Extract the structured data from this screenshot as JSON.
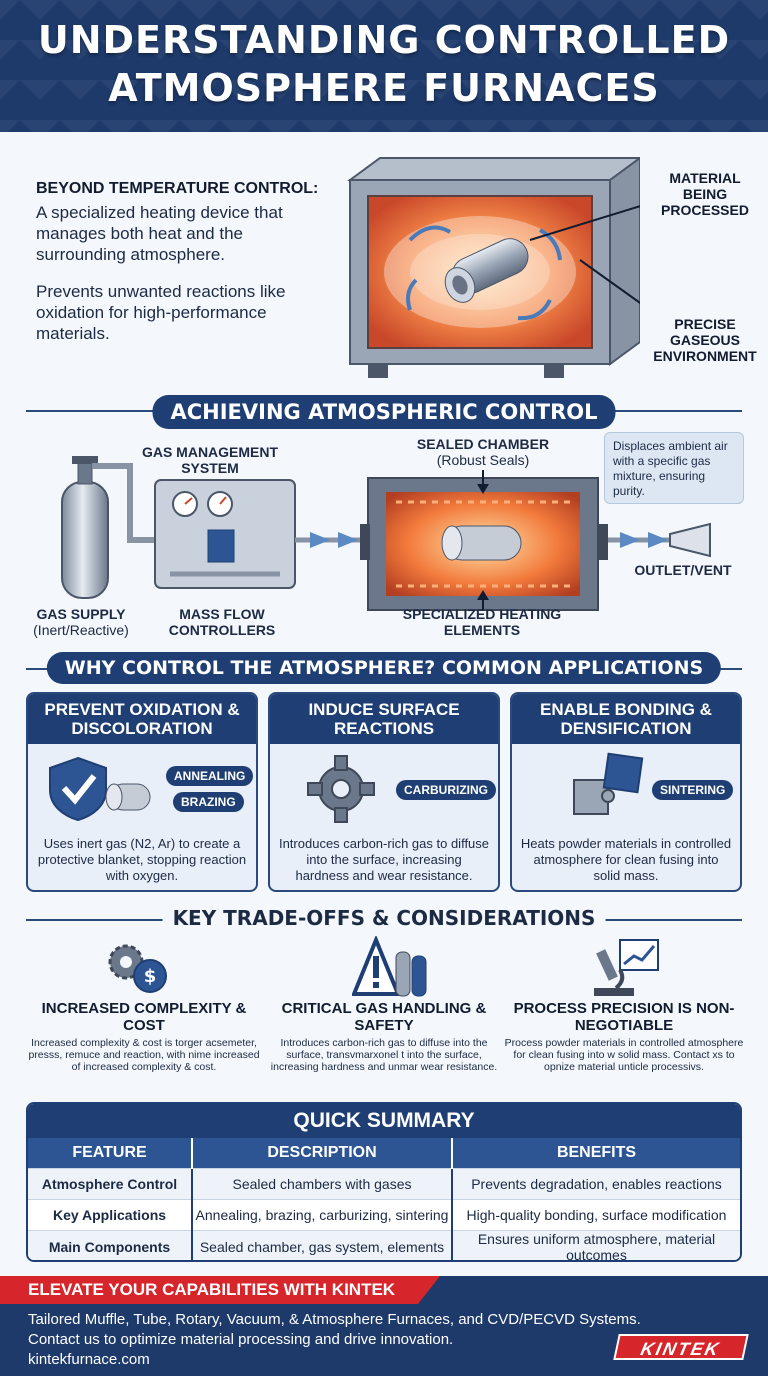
{
  "header": {
    "title_line1": "UNDERSTANDING CONTROLLED",
    "title_line2": "ATMOSPHERE FURNACES"
  },
  "intro": {
    "heading": "BEYOND TEMPERATURE CONTROL:",
    "body1": "A specialized heating device that manages both heat and the surrounding atmosphere.",
    "body2": "Prevents unwanted reactions like oxidation for high-performance materials.",
    "callout_material": "MATERIAL BEING PROCESSED",
    "callout_environment": "PRECISE GASEOUS ENVIRONMENT"
  },
  "control": {
    "title": "ACHIEVING ATMOSPHERIC CONTROL",
    "gas_management": "GAS MANAGEMENT SYSTEM",
    "sealed_chamber": "SEALED CHAMBER",
    "sealed_chamber_sub": "(Robust Seals)",
    "tooltip": "Displaces ambient air with a specific gas mixture, ensuring purity.",
    "outlet": "OUTLET/VENT",
    "gas_supply": "GAS SUPPLY",
    "gas_supply_sub": "(Inert/Reactive)",
    "mass_flow": "MASS FLOW CONTROLLERS",
    "heating_elements": "SPECIALIZED HEATING ELEMENTS"
  },
  "applications": {
    "title": "WHY CONTROL THE ATMOSPHERE? COMMON APPLICATIONS",
    "cards": [
      {
        "title": "PREVENT OXIDATION & DISCOLORATION",
        "tags": [
          "ANNEALING",
          "BRAZING"
        ],
        "icon": "shield-check-icon",
        "desc": "Uses inert gas (N2, Ar) to create a protective blanket, stopping reaction with oxygen."
      },
      {
        "title": "INDUCE SURFACE REACTIONS",
        "tags": [
          "CARBURIZING"
        ],
        "icon": "gear-icon",
        "desc": "Introduces carbon-rich gas to diffuse into the surface, increasing hardness and wear resistance."
      },
      {
        "title": "ENABLE BONDING & DENSIFICATION",
        "tags": [
          "SINTERING"
        ],
        "icon": "puzzle-icon",
        "desc": "Heats powder materials in controlled atmosphere for clean fusing into solid mass."
      }
    ]
  },
  "tradeoffs": {
    "title": "KEY TRADE-OFFS & CONSIDERATIONS",
    "items": [
      {
        "title": "INCREASED COMPLEXITY & COST",
        "icon": "gears-coin-icon",
        "desc": "Increased complexity & cost is torger acsemeter, presss, remuce and reaction, with nime increased of increased complexity & cost."
      },
      {
        "title": "CRITICAL GAS HANDLING & SAFETY",
        "icon": "warning-cylinders-icon",
        "desc": "Introduces carbon-rich gas to diffuse into the surface, transvmarxonel t into the surface, increasing hardness and unmar wear resistance."
      },
      {
        "title": "PROCESS PRECISION IS NON-NEGOTIABLE",
        "icon": "microscope-chart-icon",
        "desc": "Process powder materials in controlled atmosphere for clean fusing into w solid mass. Contact хs to opnize material unticle processivs."
      }
    ]
  },
  "summary": {
    "title": "QUICK SUMMARY",
    "headers": [
      "FEATURE",
      "DESCRIPTION",
      "BENEFITS"
    ],
    "rows": [
      [
        "Atmosphere Control",
        "Sealed chambers with gases",
        "Prevents degradation, enables reactions"
      ],
      [
        "Key Applications",
        "Annealing, brazing, carburizing, sintering",
        "High-quality bonding, surface modification"
      ],
      [
        "Main Components",
        "Sealed chamber, gas system, elements",
        "Ensures uniform atmosphere, material outcomes"
      ]
    ]
  },
  "footer": {
    "banner": "ELEVATE YOUR CAPABILITIES WITH KINTEK",
    "line1": "Tailored Muffle, Tube, Rotary, Vacuum, & Atmosphere Furnaces, and CVD/PECVD Systems.",
    "line2": "Contact us to optimize material processing and drive innovation.",
    "url": "kintekfurnace.com",
    "logo": "KINTEK"
  },
  "colors": {
    "navy": "#1f3f74",
    "red": "#d7262b",
    "furnace_glow": "#f27a3c"
  }
}
